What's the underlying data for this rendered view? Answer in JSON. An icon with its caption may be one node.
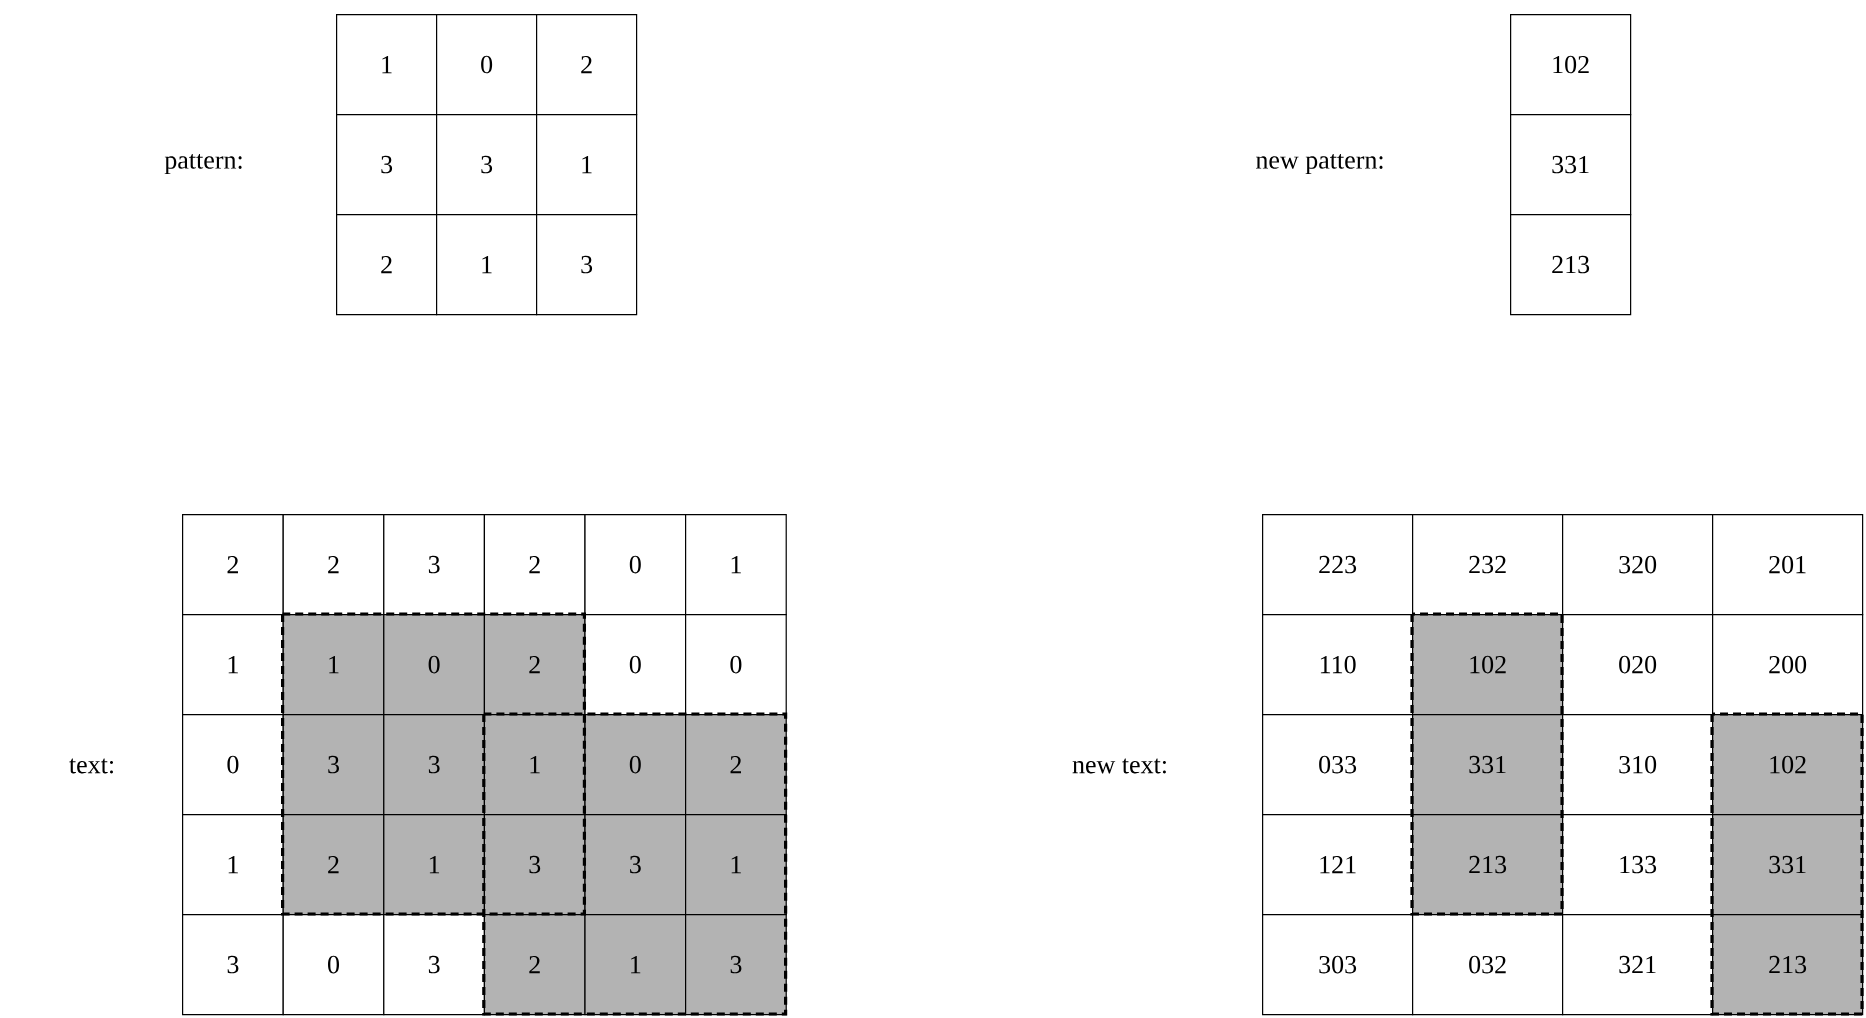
{
  "diagram": {
    "labels": [
      "pattern:",
      "1",
      "0",
      "2",
      "3",
      "3",
      "1",
      "2",
      "1",
      "3",
      "new pattern:",
      "102",
      "331",
      "213",
      "text:",
      "2",
      "2",
      "3",
      "2",
      "0",
      "1",
      "1",
      "1",
      "0",
      "2",
      "0",
      "0",
      "0",
      "3",
      "3",
      "1",
      "0",
      "2",
      "1",
      "2",
      "1",
      "3",
      "3",
      "1",
      "3",
      "0",
      "3",
      "2",
      "1",
      "3",
      "new text:",
      "223",
      "232",
      "320",
      "201",
      "110",
      "102",
      "020",
      "200",
      "033",
      "331",
      "310",
      "102",
      "121",
      "213",
      "133",
      "331",
      "303",
      "032",
      "321",
      "213"
    ]
  }
}
